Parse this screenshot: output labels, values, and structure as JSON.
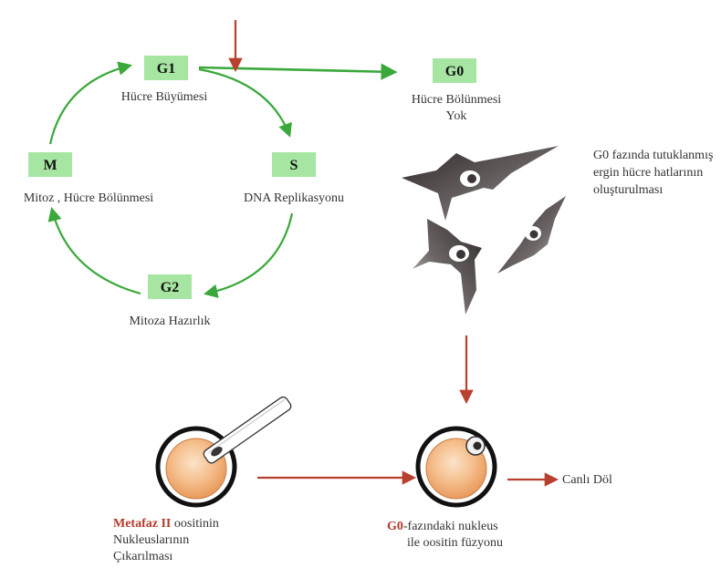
{
  "colors": {
    "green_box": "#a6e6a2",
    "green_arrow": "#3aa83a",
    "red_arrow": "#b8402e",
    "label_red": "#b43a2a",
    "egg_fill": "#f2b07a",
    "cell_dark": "#4b4646"
  },
  "cycle": {
    "g1": {
      "label": "G1",
      "caption": "Hücre Büyümesi"
    },
    "s": {
      "label": "S",
      "caption": "DNA Replikasyonu"
    },
    "g2": {
      "label": "G2",
      "caption": "Mitoza Hazırlık"
    },
    "m": {
      "label": "M",
      "caption": "Mitoz , Hücre Bölünmesi"
    }
  },
  "g0": {
    "label": "G0",
    "caption_line1": "Hücre Bölünmesi",
    "caption_line2": "Yok"
  },
  "cell_lines_caption": {
    "line1": "G0 fazında tutuklanmış",
    "line2": "ergin hücre hatlarının",
    "line3": "oluşturulması"
  },
  "oocyte": {
    "caption_red": "Metafaz II",
    "caption_rest1": " oositinin",
    "caption_line2": "Nukleuslarının",
    "caption_line3": "Çıkarılması"
  },
  "fusion": {
    "caption_red": "G0",
    "caption_rest1": "-fazındaki nukleus",
    "caption_line2": "ile oositin füzyonu"
  },
  "outcome": {
    "label": "Canlı Döl"
  }
}
